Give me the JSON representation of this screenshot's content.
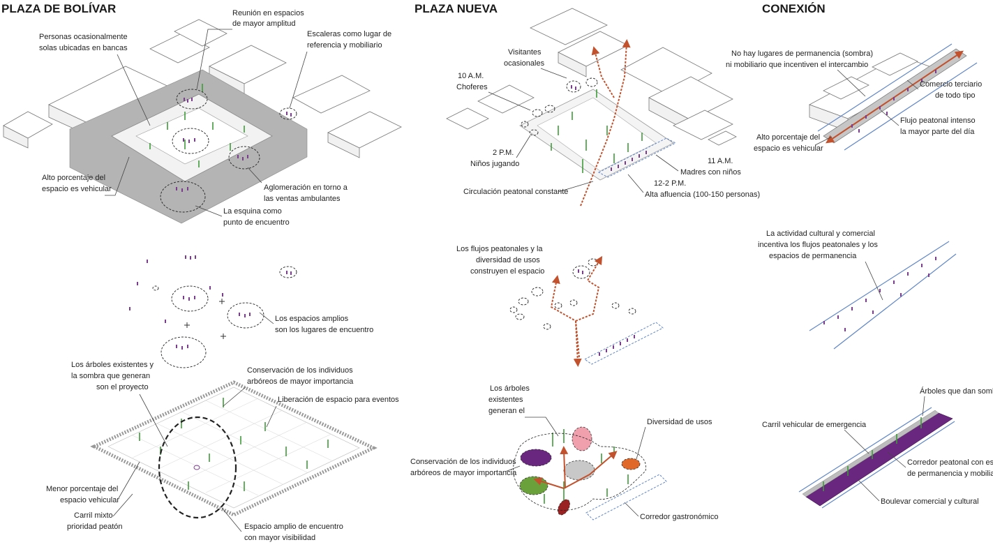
{
  "titles": {
    "bolivar": "PLAZA DE BOLÍVAR",
    "nueva": "PLAZA NUEVA",
    "conexion": "CONEXIÓN"
  },
  "bolivar_top": {
    "reunion": [
      "Reunión en espacios",
      "de mayor amplitud"
    ],
    "personas": [
      "Personas ocasionalmente",
      "solas ubicadas en bancas"
    ],
    "escaleras": [
      "Escaleras como lugar de",
      "referencia y mobiliario"
    ],
    "vehicular": [
      "Alto porcentaje del",
      "espacio es vehicular"
    ],
    "aglomeracion": [
      "Aglomeración en torno a",
      "las ventas ambulantes"
    ],
    "esquina": [
      "La esquina como",
      "punto de encuentro"
    ]
  },
  "bolivar_mid": {
    "espacios": [
      "Los espacios amplios",
      "son los lugares de encuentro"
    ]
  },
  "bolivar_bottom": {
    "arboles": [
      "Los árboles existentes y",
      "la sombra que generan",
      "son el proyecto"
    ],
    "conservacion": [
      "Conservación de los individuos",
      "arbóreos de mayor importancia"
    ],
    "liberacion": [
      "Liberación de espacio para eventos"
    ],
    "menor": [
      "Menor porcentaje del",
      "espacio vehicular"
    ],
    "carril": [
      "Carril mixto",
      "prioridad peatón"
    ],
    "espacio_amplio": [
      "Espacio amplio de encuentro",
      "con mayor visibilidad"
    ]
  },
  "nueva_top": {
    "visitantes": [
      "Visitantes",
      "ocasionales"
    ],
    "choferes": [
      "10 A.M.",
      "Choferes"
    ],
    "ninos": [
      "2 P.M.",
      "Niños jugando"
    ],
    "madres": [
      "11 A.M.",
      "Madres con niños"
    ],
    "afluencia": [
      "12-2 P.M.",
      "Alta afluencia (100-150 personas)"
    ],
    "circulacion": [
      "Circulación peatonal constante"
    ]
  },
  "nueva_mid": {
    "flujos": [
      "Los flujos peatonales y la",
      "diversidad de usos",
      "construyen el espacio"
    ]
  },
  "nueva_bottom": {
    "arboles": [
      "Los árboles",
      "existentes",
      "generan el"
    ],
    "diversidad": [
      "Diversidad de usos"
    ],
    "conservacion": [
      "Conservación de los individuos",
      "arbóreos de mayor importancia"
    ],
    "corredor": [
      "Corredor gastronómico"
    ]
  },
  "conexion_top": {
    "no_hay": [
      "No hay lugares de permanencia (sombra)",
      "ni mobiliario que incentiven el intercambio"
    ],
    "comercio": [
      "Comercio terciario",
      "de todo tipo"
    ],
    "flujo": [
      "Flujo peatonal intenso",
      "la mayor parte del día"
    ],
    "vehicular": [
      "Alto porcentaje del",
      "espacio es vehicular"
    ]
  },
  "conexion_mid": {
    "actividad": [
      "La actividad cultural y comercial",
      "incentiva los flujos peatonales y los",
      "espacios de permanencia"
    ]
  },
  "conexion_bottom": {
    "arboles": [
      "Árboles que dan sombra"
    ],
    "carril": [
      "Carril vehicular de emergencia"
    ],
    "corredor": [
      "Corredor peatonal con espacios",
      "de permanencia y mobiliario"
    ],
    "boulevar": [
      "Boulevar comercial y cultural"
    ]
  },
  "colors": {
    "road": "#b4b4b4",
    "tree": "#3f9a3a",
    "people": "#7a3d8c",
    "flow": "#c2522d",
    "blue": "#5f86c6",
    "purple": "#6a2780",
    "pink": "#f0a0ad",
    "grey_oval": "#c8c8c8",
    "orange": "#e0692a",
    "green_oval": "#6aa13a",
    "dark_red": "#9a2222"
  },
  "icons": [
    "plus-sign"
  ]
}
